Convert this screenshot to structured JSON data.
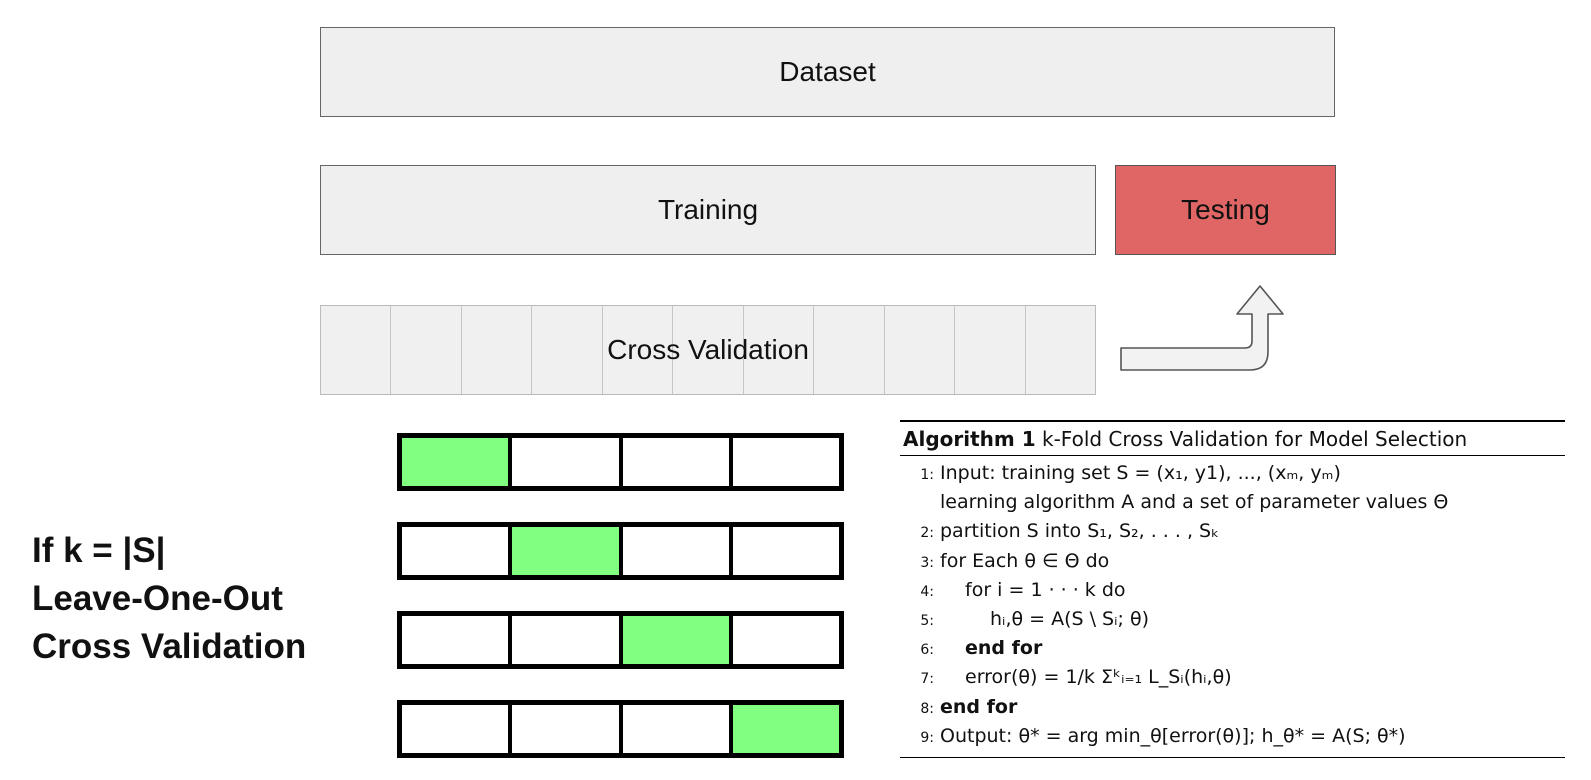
{
  "blocks": {
    "dataset": "Dataset",
    "training": "Training",
    "testing": "Testing",
    "cross_validation": "Cross Validation",
    "testing_color": "#e06666"
  },
  "folds": {
    "highlight_color": "#80ff80",
    "rows": [
      1,
      2,
      3,
      4
    ]
  },
  "loo_text": "If k = |S|\nLeave-One-Out\nCross Validation",
  "algorithm": {
    "label": "Algorithm 1",
    "title": "k-Fold Cross Validation for Model Selection",
    "lines": [
      {
        "no": "1:",
        "text": "Input: training set S = (x₁, y1), ..., (xₘ, yₘ)"
      },
      {
        "no": "",
        "text": "learning algorithm A and a set of parameter values Θ"
      },
      {
        "no": "2:",
        "text": "partition S into S₁, S₂, . . . , Sₖ"
      },
      {
        "no": "3:",
        "text": "for Each θ ∈ Θ do"
      },
      {
        "no": "4:",
        "text": "for i = 1 · · · k do"
      },
      {
        "no": "5:",
        "text": "hᵢ,θ = A(S \\ Sᵢ; θ)"
      },
      {
        "no": "6:",
        "text": "end for"
      },
      {
        "no": "7:",
        "text": "error(θ) = 1/k Σᵏᵢ₌₁ L_Sᵢ(hᵢ,θ)"
      },
      {
        "no": "8:",
        "text": "end for"
      },
      {
        "no": "9:",
        "text": "Output: θ* = arg min_θ[error(θ)]; h_θ* = A(S; θ*)"
      }
    ]
  }
}
